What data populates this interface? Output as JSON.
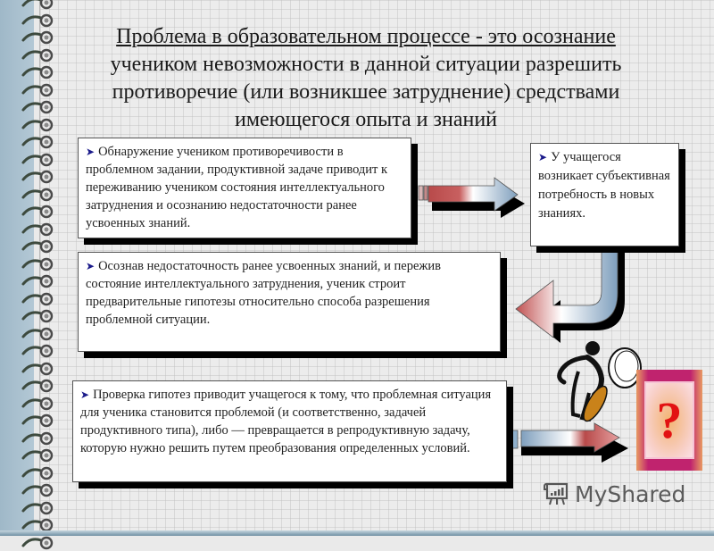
{
  "title": {
    "line1": "Проблема в образовательном процессе -  это осознание",
    "line2": "учеником невозможности в данной ситуации разрешить",
    "line3": "противоречие (или возникшее затруднение) средствами",
    "line4": "имеющегося  опыта и знаний"
  },
  "boxes": [
    {
      "bullet": "➤",
      "text": "Обнаружение учеником противоречивости в проблемном задании, продуктивной задаче приводит к переживанию учеником состояния интеллектуального затруднения и осознанию недостаточности ранее усвоенных знаний."
    },
    {
      "bullet": "➤",
      "text": "У учащегося возникает субъективная потребность в новых знаниях."
    },
    {
      "bullet": "➤",
      "text": "Осознав недостаточность ранее усвоенных знаний, и пережив состояние интеллектуального затруднения, ученик строит предварительные гипотезы относительно способа разрешения проблемной ситуации."
    },
    {
      "bullet": "➤",
      "text": "Проверка гипотез приводит учащегося к тому, что проблемная ситуация для ученика становится проблемой (и соответственно, задачей продуктивного типа), либо — превращается в репродуктивную задачу, которую нужно решить путем преобразования определенных условий."
    }
  ],
  "question_mark": "?",
  "watermark": "MyShared",
  "colors": {
    "arrow_red": "#b84a4a",
    "arrow_blue": "#8fb0cc",
    "question_red": "#e21212",
    "frame_magenta": "#c0236e",
    "bullet_blue": "#1a1a8a"
  }
}
